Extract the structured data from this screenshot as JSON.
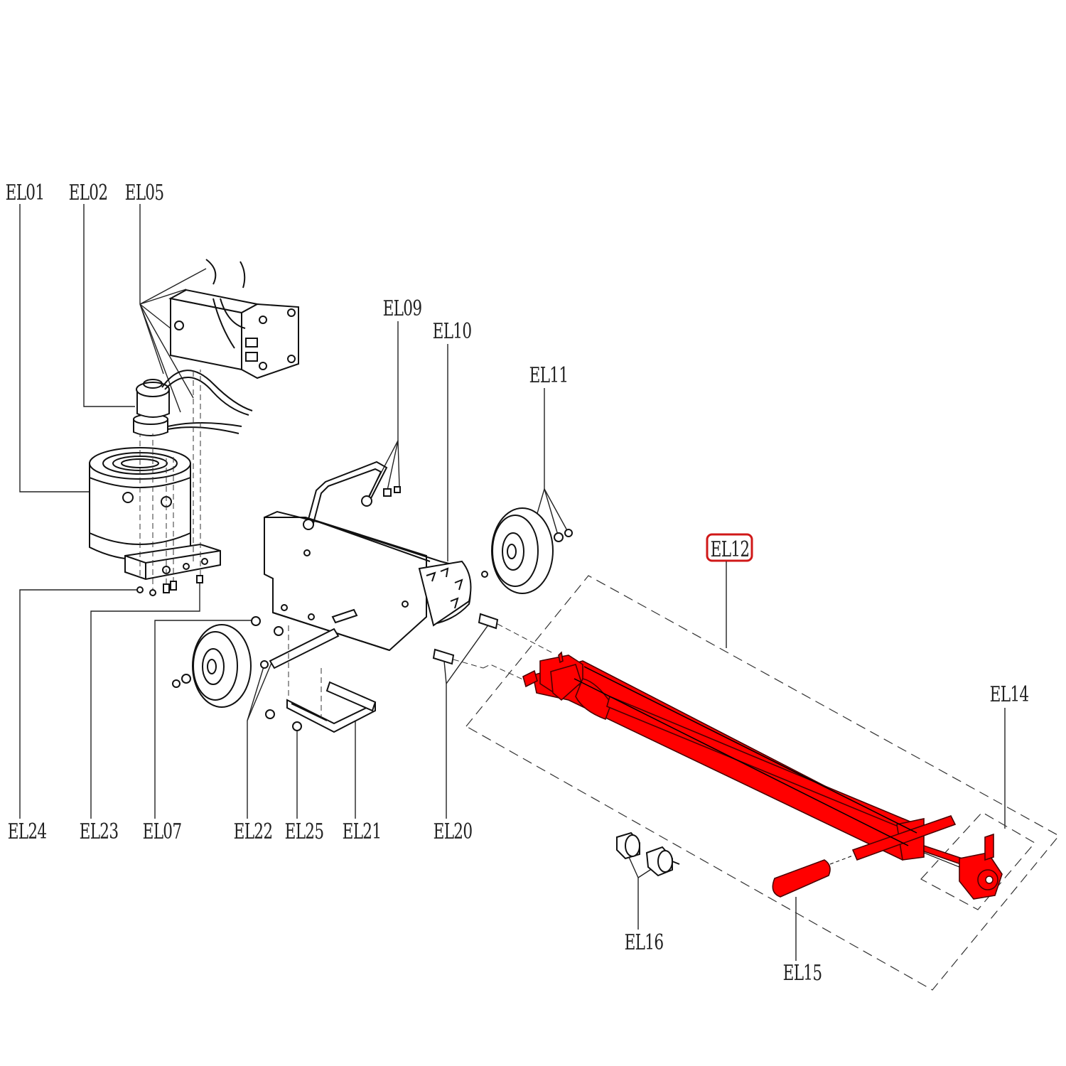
{
  "labels": {
    "el01": "EL01",
    "el02": "EL02",
    "el05": "EL05",
    "el09": "EL09",
    "el10": "EL10",
    "el11": "EL11",
    "el12": "EL12",
    "el14": "EL14",
    "el15": "EL15",
    "el16": "EL16",
    "el20": "EL20",
    "el21": "EL21",
    "el22": "EL22",
    "el23": "EL23",
    "el24": "EL24",
    "el25": "EL25",
    "el07": "EL07"
  },
  "highlight": {
    "part": "EL12",
    "color": "#d01818",
    "fill_color": "#ff0000"
  }
}
